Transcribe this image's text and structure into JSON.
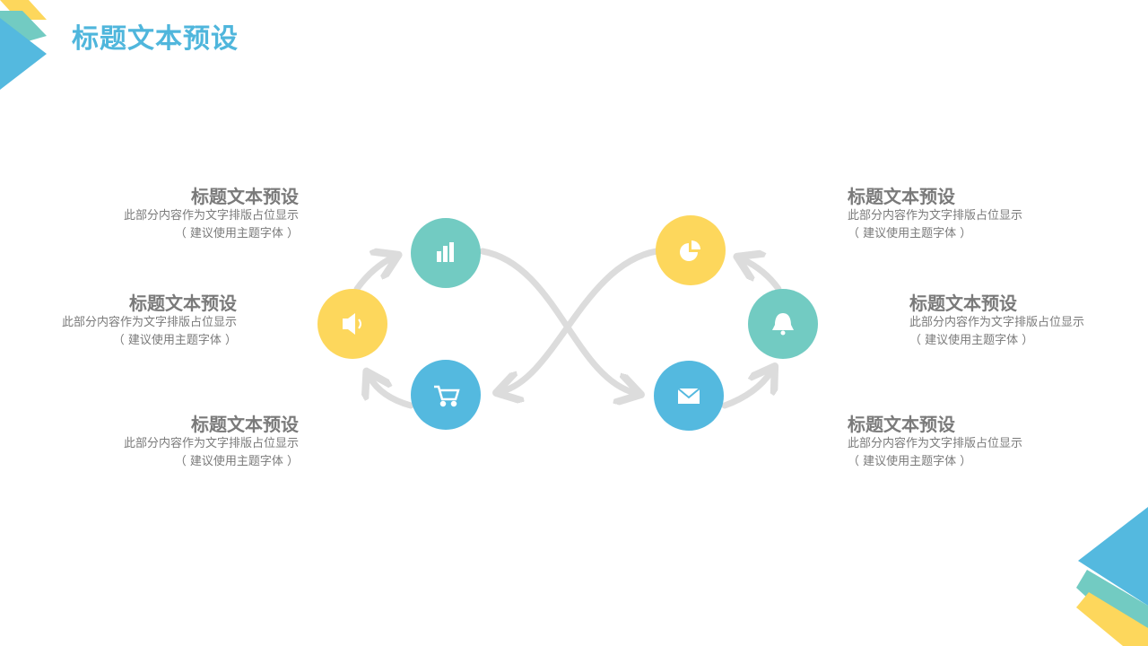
{
  "page": {
    "title": "标题文本预设"
  },
  "colors": {
    "blue": "#54b9df",
    "teal": "#72cbc2",
    "yellow": "#fdd75c",
    "arrow": "#dcdcdc",
    "text": "#7a7a7a",
    "title": "#4fb6dc"
  },
  "blocks": [
    {
      "title": "标题文本预设",
      "desc": "此部分内容作为文字排版占位显示",
      "note": "（ 建议使用主题字体 ）"
    },
    {
      "title": "标题文本预设",
      "desc": "此部分内容作为文字排版占位显示",
      "note": "（ 建议使用主题字体 ）"
    },
    {
      "title": "标题文本预设",
      "desc": "此部分内容作为文字排版占位显示",
      "note": "（ 建议使用主题字体 ）"
    },
    {
      "title": "标题文本预设",
      "desc": "此部分内容作为文字排版占位显示",
      "note": "（ 建议使用主题字体 ）"
    },
    {
      "title": "标题文本预设",
      "desc": "此部分内容作为文字排版占位显示",
      "note": "（ 建议使用主题字体 ）"
    },
    {
      "title": "标题文本预设",
      "desc": "此部分内容作为文字排版占位显示",
      "note": "（ 建议使用主题字体 ）"
    }
  ],
  "nodes": [
    {
      "icon": "bar-chart-icon",
      "color": "teal"
    },
    {
      "icon": "speaker-icon",
      "color": "yellow"
    },
    {
      "icon": "shopping-cart-icon",
      "color": "blue"
    },
    {
      "icon": "pie-chart-icon",
      "color": "yellow"
    },
    {
      "icon": "bell-icon",
      "color": "teal"
    },
    {
      "icon": "envelope-icon",
      "color": "blue"
    }
  ]
}
